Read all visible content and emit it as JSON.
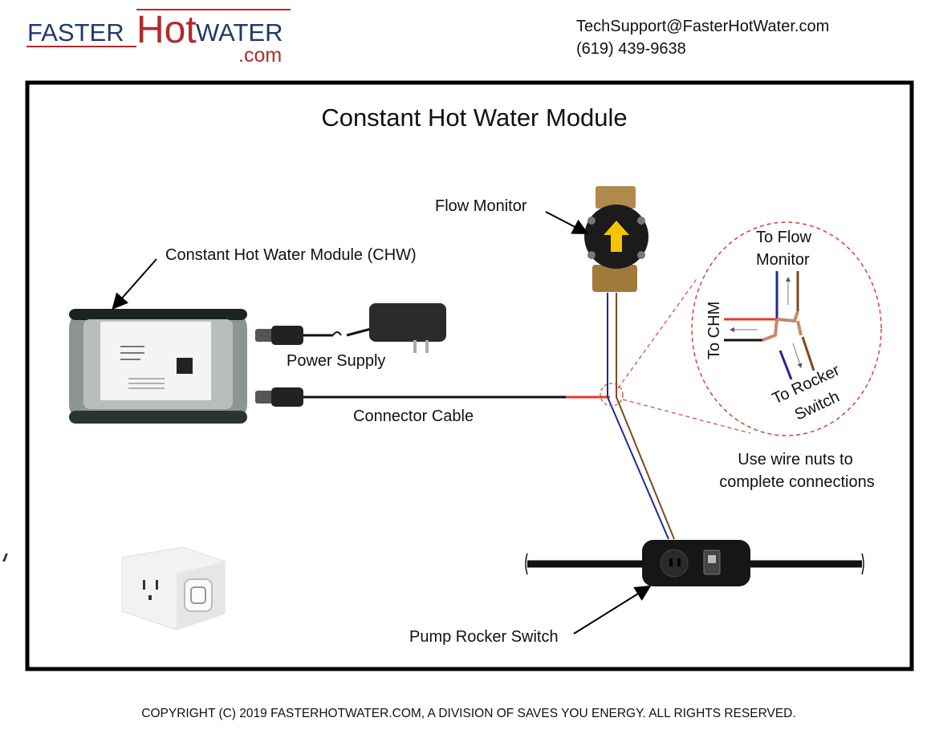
{
  "logo": {
    "part1": "FASTER",
    "part2": "Hot",
    "part3": "WATER",
    "domain": ".com"
  },
  "contact": {
    "email": "TechSupport@FasterHotWater.com",
    "phone": "(619) 439-9638"
  },
  "diagram": {
    "title": "Constant Hot Water Module",
    "labels": {
      "flow_monitor": "Flow Monitor",
      "chw_module": "Constant Hot Water Module (CHW)",
      "power_supply": "Power Supply",
      "connector_cable": "Connector Cable",
      "wire_nuts_line1": "Use wire nuts to",
      "wire_nuts_line2": "complete connections",
      "pump_switch": "Pump Rocker Switch"
    },
    "callout": {
      "to_flow_line1": "To Flow",
      "to_flow_line2": "Monitor",
      "to_chm": "To CHM",
      "to_rocker_line1": "To Rocker",
      "to_rocker_line2": "Switch"
    },
    "colors": {
      "wire_red": "#e8392b",
      "wire_blue": "#1a2a9a",
      "wire_brown": "#7a4a22",
      "callout": "#d9412f",
      "arrow_yellow": "#f5c400"
    }
  },
  "footer": {
    "copyright": "COPYRIGHT (C) 2019 FASTERHOTWATER.COM, A DIVISION OF SAVES YOU ENERGY. ALL RIGHTS RESERVED."
  }
}
